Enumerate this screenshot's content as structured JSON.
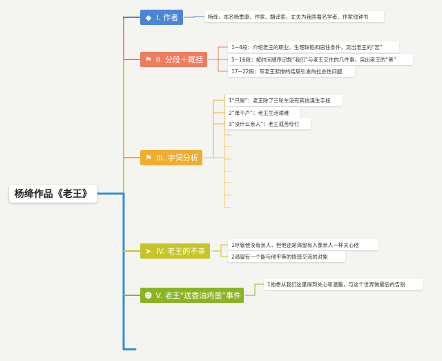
{
  "root": {
    "title": "杨绛作品《老王》"
  },
  "branches": [
    {
      "label": "I. 作者",
      "icon": "diamond-icon",
      "glyph": "◆",
      "color": "#4a86d4",
      "leaves": [
        "杨绛，本名杨季康，作家、翻译家，丈夫为我国著名学者、作家钱钟书"
      ]
    },
    {
      "label": "II. 分段＋概括",
      "icon": "flag-icon",
      "glyph": "⚑",
      "color": "#ee7c60",
      "leaves": [
        "1~4段：介绍老王的职业、生理缺陷和居住条件，突出老王的“苦”",
        "5~16段：按时间顺序记叙“我们”与老王交往的几件事，突出老王的“善”",
        "17~22段：写老王悲惨的结局引发的社会性问题"
      ]
    },
    {
      "label": "III. 字词分析",
      "icon": "flag-icon",
      "glyph": "⚑",
      "color": "#f2ad2e",
      "leaves": [
        "1“只是”：老王除了三轮车没有其他谋生手段",
        "2“单干户”：老王生活艰难",
        "3“没什么亲人”：老王孤苦伶仃"
      ]
    },
    {
      "label": "IV. 老王的不幸",
      "icon": "paper-plane-icon",
      "glyph": "➤",
      "color": "#c6c426",
      "leaves": [
        "1尽管他没有亲人，但他还是渴望有人像亲人一样关心他",
        "2渴望有一个能与他平等的情感交流的对象"
      ]
    },
    {
      "label": "V. 老王“送香油鸡蛋”事件",
      "icon": "people-icon",
      "glyph": "☻",
      "color": "#89b524",
      "leaves": [
        "1他想从我们这里得到关心和温暖，与这个世界做最后的告别"
      ]
    }
  ],
  "colors": {
    "trunk": "#2f8fd8",
    "background": "#f4f4f0",
    "empty_leaf_line": "#f2c76a"
  }
}
